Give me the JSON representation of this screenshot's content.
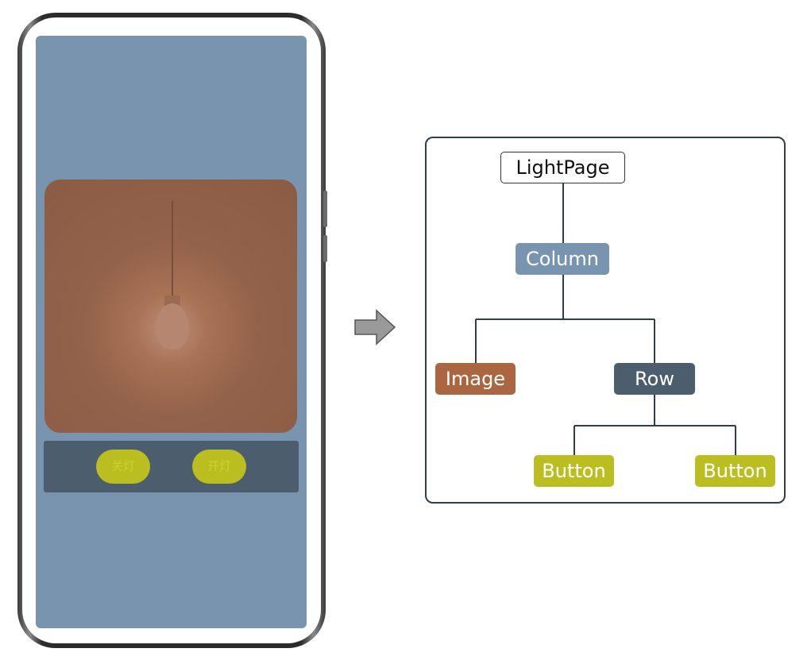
{
  "phone": {
    "buttons": [
      {
        "label": "关灯"
      },
      {
        "label": "开灯"
      }
    ],
    "colors": {
      "screen": "#7994ae",
      "panel": "#8b5c43",
      "row": "#4c5d6d",
      "button": "#bbbe20"
    }
  },
  "arrow": {
    "icon": "right-arrow-icon"
  },
  "tree": {
    "root": "LightPage",
    "column": "Column",
    "image": "Image",
    "row": "Row",
    "button_left": "Button",
    "button_right": "Button"
  }
}
